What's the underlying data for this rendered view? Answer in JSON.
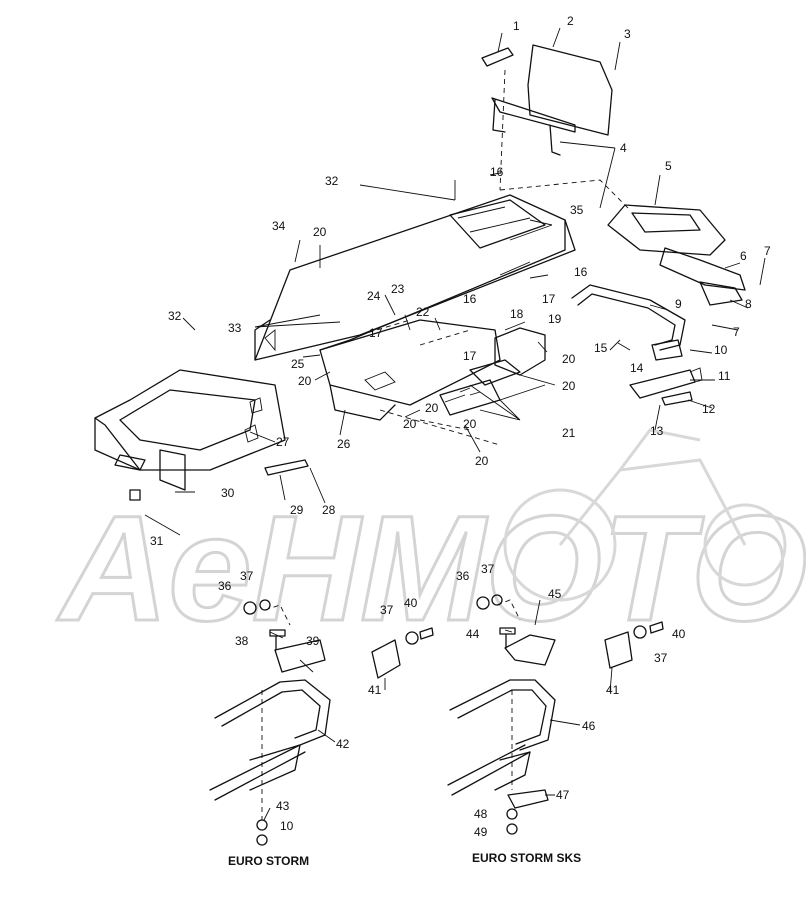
{
  "watermark": "AeHMOTO",
  "captions": {
    "left": "EURO STORM",
    "right": "EURO STORM SKS"
  },
  "callouts": {
    "n1": "1",
    "n2": "2",
    "n3": "3",
    "n4": "4",
    "n5": "5",
    "n6": "6",
    "n7a": "7",
    "n7b": "7",
    "n8": "8",
    "n9": "9",
    "n10a": "10",
    "n10b": "10",
    "n11": "11",
    "n12": "12",
    "n13": "13",
    "n14": "14",
    "n15": "15",
    "n16a": "16",
    "n16b": "16",
    "n16c": "16",
    "n17a": "17",
    "n17b": "17",
    "n17c": "17",
    "n18": "18",
    "n19": "19",
    "n20a": "20",
    "n20b": "20",
    "n20c": "20",
    "n20d": "20",
    "n20e": "20",
    "n20f": "20",
    "n20g": "20",
    "n20h": "20",
    "n21": "21",
    "n22": "22",
    "n23": "23",
    "n24": "24",
    "n25": "25",
    "n26": "26",
    "n27": "27",
    "n28": "28",
    "n29": "29",
    "n30": "30",
    "n31": "31",
    "n32a": "32",
    "n32b": "32",
    "n33": "33",
    "n34": "34",
    "n35": "35",
    "n36a": "36",
    "n36b": "36",
    "n37a": "37",
    "n37b": "37",
    "n37c": "37",
    "n37d": "37",
    "n38": "38",
    "n39": "39",
    "n40a": "40",
    "n40b": "40",
    "n41a": "41",
    "n41b": "41",
    "n42": "42",
    "n43": "43",
    "n44": "44",
    "n45": "45",
    "n46": "46",
    "n47": "47",
    "n48": "48",
    "n49": "49"
  }
}
